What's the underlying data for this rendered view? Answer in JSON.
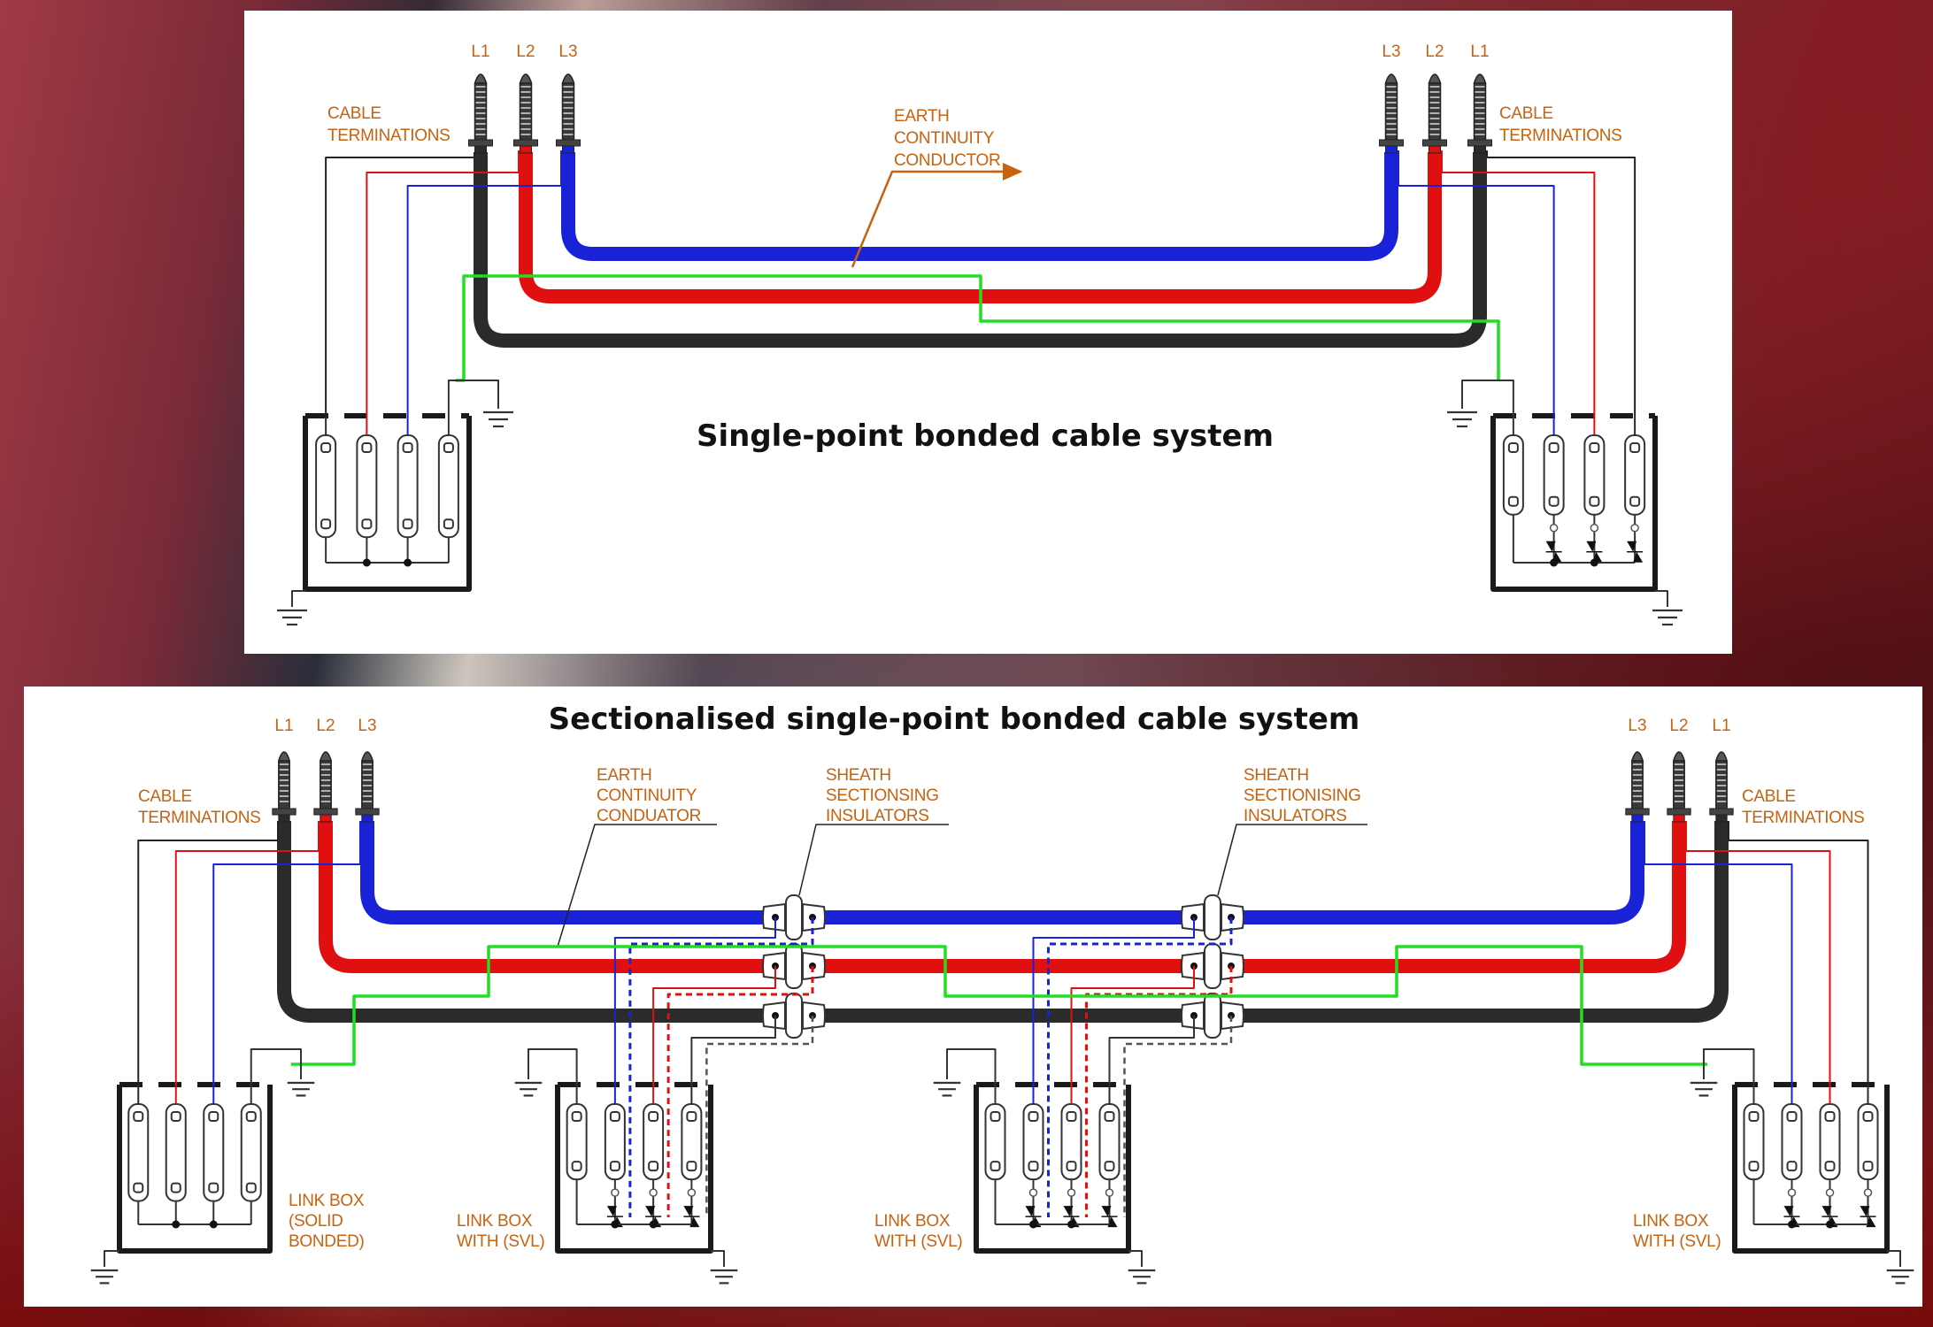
{
  "colors": {
    "phase_L1": "#2b2b2b",
    "phase_L2": "#e01010",
    "phase_L3": "#1a22d8",
    "earth_continuity": "#22dd22",
    "label": "#c8620e",
    "title": "#111111"
  },
  "top_diagram": {
    "title": "Single-point bonded cable system",
    "left_phases": [
      "L1",
      "L2",
      "L3"
    ],
    "right_phases": [
      "L3",
      "L2",
      "L1"
    ],
    "left_termination_label": [
      "CABLE",
      "TERMINATIONS"
    ],
    "right_termination_label": [
      "CABLE",
      "TERMINATIONS"
    ],
    "earth_conductor_label": [
      "EARTH",
      "CONTINUITY",
      "CONDUCTOR"
    ],
    "left_link_box": {
      "type": "solid-bonded",
      "links": 4
    },
    "right_link_box": {
      "type": "svl",
      "links": 4
    }
  },
  "bottom_diagram": {
    "title": "Sectionalised single-point bonded cable system",
    "left_phases": [
      "L1",
      "L2",
      "L3"
    ],
    "right_phases": [
      "L3",
      "L2",
      "L1"
    ],
    "left_termination_label": [
      "CABLE",
      "TERMINATIONS"
    ],
    "right_termination_label": [
      "CABLE",
      "TERMINATIONS"
    ],
    "earth_conductor_label": [
      "EARTH",
      "CONTINUITY",
      "CONDUATOR"
    ],
    "insulator_label_1": [
      "SHEATH",
      "SECTIONSING",
      "INSULATORS"
    ],
    "insulator_label_2": [
      "SHEATH",
      "SECTIONISING",
      "INSULATORS"
    ],
    "link_boxes": [
      {
        "label": [
          "LINK BOX",
          "(SOLID",
          "BONDED)"
        ],
        "type": "solid-bonded"
      },
      {
        "label": [
          "LINK BOX",
          "WITH (SVL)"
        ],
        "type": "svl"
      },
      {
        "label": [
          "LINK BOX",
          "WITH (SVL)"
        ],
        "type": "svl"
      },
      {
        "label": [
          "LINK BOX",
          "WITH (SVL)"
        ],
        "type": "svl"
      }
    ]
  }
}
